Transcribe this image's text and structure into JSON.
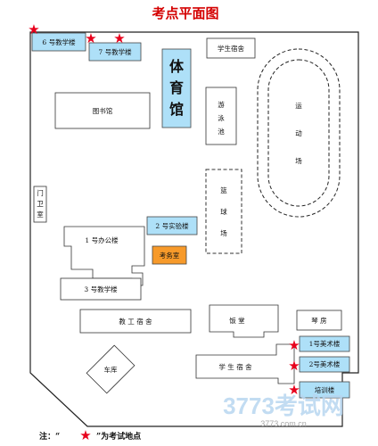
{
  "page": {
    "title": "考点平面图",
    "legend": {
      "prefix": "注：“",
      "suffix": "”为考试地点",
      "marker_color": "#e8001c"
    }
  },
  "colors": {
    "highlight": "#aee0f8",
    "office": "#f79a2a",
    "star": "#e8001c",
    "title": "#d40000"
  },
  "buildings": {
    "teaching6": "6 号教学楼",
    "teaching7": "7 号教学楼",
    "dorm_top": "学生宿舍",
    "gym": [
      "体",
      "育",
      "馆"
    ],
    "library": "图书馆",
    "pool": [
      "游",
      "泳",
      "池"
    ],
    "track": [
      "运",
      "动",
      "场"
    ],
    "gate": [
      "门",
      "卫",
      "室"
    ],
    "basketball": [
      "篮",
      "球",
      "场"
    ],
    "lab2": "2 号实验楼",
    "office1": "1 号办公楼",
    "exam_office": "考务室",
    "teaching3": "3 号教学楼",
    "staff_dorm": "教 工 宿 舍",
    "canteen": "饭 堂",
    "piano": "琴 房",
    "art1": "1号美术楼",
    "art2": "2号美术楼",
    "training": "培训楼",
    "dorm_bottom": "学 生 宿 舍",
    "garage": "车库"
  },
  "watermark": {
    "brand": "3773考试网",
    "url": "3773.com.cn"
  }
}
